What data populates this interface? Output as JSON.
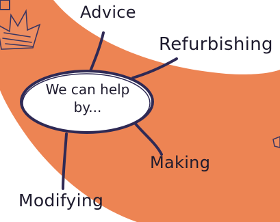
{
  "center": {
    "line1": "We can help",
    "line2": "by..."
  },
  "branches": {
    "advice": "Advice",
    "refurbishing": "Refurbishing",
    "making": "Making",
    "modifying": "Modifying"
  },
  "colors": {
    "band": "#ed8453",
    "ink": "#2f2a55",
    "text": "#1e1b2e",
    "oval_fill": "#ffffff"
  },
  "icons": [
    "crown-doodle-icon",
    "arrow-doodle-icon",
    "square-doodle-icon"
  ]
}
